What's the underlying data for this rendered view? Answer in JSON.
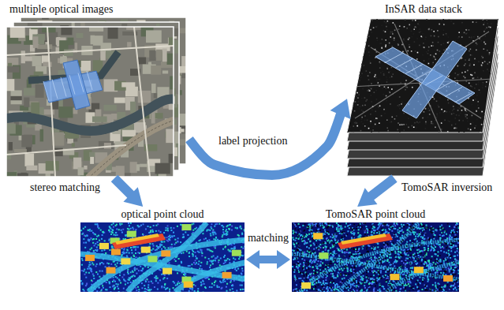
{
  "diagram": {
    "nodes": [
      {
        "text": [
          "multiple optical images"
        ]
      },
      {
        "text": [
          "InSAR data stack"
        ]
      },
      {
        "text": [
          "optical point cloud"
        ]
      },
      {
        "text": [
          "TomoSAR point cloud"
        ]
      }
    ],
    "edges": [
      {
        "from": 0,
        "to": 1,
        "arrow": "to",
        "label": "label projection"
      },
      {
        "from": 0,
        "to": 2,
        "arrow": "to",
        "label": "stereo matching"
      },
      {
        "from": 1,
        "to": 3,
        "arrow": "to",
        "label": "TomoSAR inversion"
      },
      {
        "from": 2,
        "to": 3,
        "arrow": "both",
        "label": "matching"
      }
    ]
  }
}
